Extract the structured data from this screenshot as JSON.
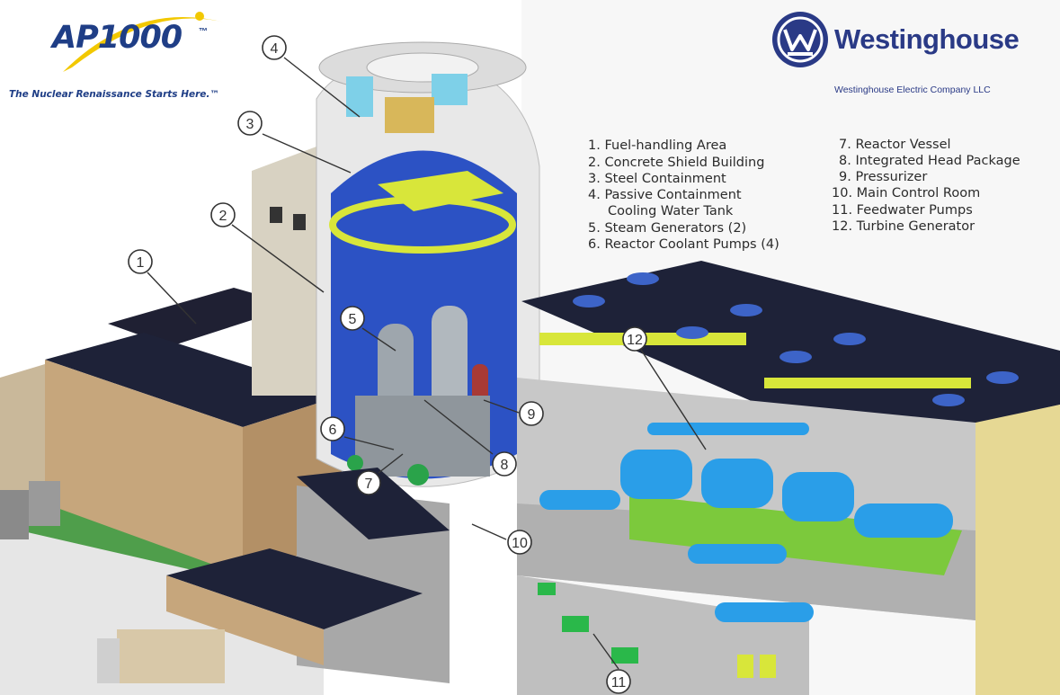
{
  "branding": {
    "title": "AP1000",
    "tm": "™",
    "tagline": "The Nuclear Renaissance Starts Here.™",
    "company": "Westinghouse",
    "company_sub": "Westinghouse Electric Company LLC"
  },
  "legend": {
    "items": [
      {
        "num": "1.",
        "label": "Fuel-handling Area"
      },
      {
        "num": "2.",
        "label": "Concrete Shield Building"
      },
      {
        "num": "3.",
        "label": "Steel Containment"
      },
      {
        "num": "4.",
        "label": "Passive Containment"
      },
      {
        "num": "",
        "label": "Cooling Water Tank"
      },
      {
        "num": "5.",
        "label": "Steam Generators (2)"
      },
      {
        "num": "6.",
        "label": "Reactor Coolant Pumps (4)"
      },
      {
        "num": "7.",
        "label": "Reactor Vessel"
      },
      {
        "num": "8.",
        "label": "Integrated Head Package"
      },
      {
        "num": "9.",
        "label": "Pressurizer"
      },
      {
        "num": "10.",
        "label": "Main Control Room"
      },
      {
        "num": "11.",
        "label": "Feedwater Pumps"
      },
      {
        "num": "12.",
        "label": "Turbine Generator"
      }
    ]
  },
  "callouts": [
    "1",
    "2",
    "3",
    "4",
    "5",
    "6",
    "7",
    "8",
    "9",
    "10",
    "11",
    "12"
  ],
  "colors": {
    "brand_blue": "#1f3e86",
    "containment_blue": "#2c52c4",
    "structure_yellow": "#d8e63a",
    "equipment_cyan": "#2a9ee8",
    "roof_dark": "#1e2238",
    "concrete_tan": "#c9b89a"
  }
}
